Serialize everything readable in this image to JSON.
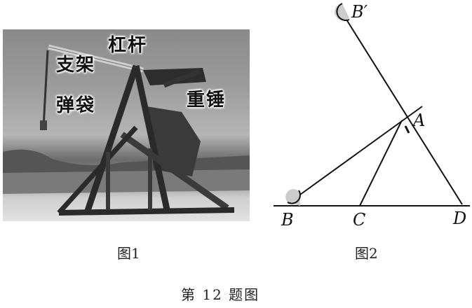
{
  "figure1": {
    "caption": "图1",
    "labels": {
      "lever": "杠杆",
      "frame": "支架",
      "sling": "弹袋",
      "counterweight": "重锤"
    }
  },
  "figure2": {
    "caption": "图2",
    "points": {
      "B_prime": "B′",
      "A": "A",
      "B": "B",
      "C": "C",
      "D": "D"
    }
  },
  "title": "第 12 题图"
}
